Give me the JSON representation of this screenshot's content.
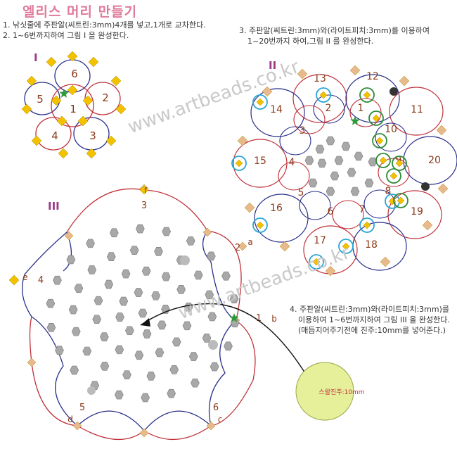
{
  "title": "엘리스 머리 만들기",
  "steps": {
    "s1": "1. 낚싯줄에 주판알(씨트린:3mm)4개를 넣고,1개로 교차한다.",
    "s2": "2. 1~6번까지하여 그림 I 을 완성한다.",
    "s3_line1": "3. 주판알(씨트린:3mm)와(라이트피치:3mm)를 이용하여",
    "s3_line2": "1~20번까지 하여,그림 II 를 완성한다.",
    "s4_line1": "4. 주판알(씨트린:3mm)와(라이트피치:3mm)를",
    "s4_line2": "이용하여 1~6번까지하여 그림 III 을 완성한다.",
    "s4_line3": "(매듭지어주기전에 진주:10mm를 넣어준다.)"
  },
  "figures": {
    "fig1": "I",
    "fig2": "II",
    "fig3": "III"
  },
  "watermark": "www.artbeads.co.kr",
  "fig1_labels": [
    "6",
    "2",
    "3",
    "4",
    "5",
    "1"
  ],
  "fig2_labels": [
    "12",
    "11",
    "13",
    "14",
    "15",
    "16",
    "17",
    "18",
    "19",
    "20",
    "1",
    "2",
    "3",
    "4",
    "5",
    "6",
    "7",
    "8",
    "9",
    "10"
  ],
  "fig3_labels": {
    "top": "3",
    "right_upper": "2",
    "right_upper_letter": "a",
    "right": "1",
    "right_letter": "b",
    "left": "4",
    "left_letter": "e",
    "bottom_left": "5",
    "bottom_left_letter": "d",
    "bottom_right": "6",
    "bottom_right_letter": "c",
    "top_letter": "f"
  },
  "pearl_label": "스왈진주:10mm",
  "colors": {
    "red_wire": "#c0313a",
    "blue_wire": "#2a2f8a",
    "citrine": "#f2c200",
    "peach": "#e8b98c",
    "crystal": "#a8a8a8",
    "pearl": "#e6ef9a",
    "label": "#8a3a1a",
    "green_circle": "#2e8b3a",
    "blue_circle": "#2aa6d6"
  }
}
